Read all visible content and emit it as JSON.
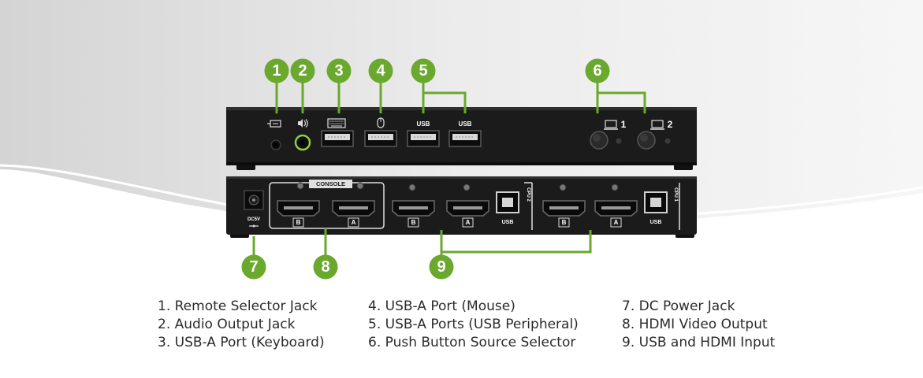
{
  "colors": {
    "accent_green": "#6aa82e",
    "device_black": "#1b1b1b",
    "legend_text": "#2b2b2b"
  },
  "callouts": [
    "1",
    "2",
    "3",
    "4",
    "5",
    "6",
    "7",
    "8",
    "9"
  ],
  "front_panel": {
    "usb_label_1": "USB",
    "usb_label_2": "USB",
    "selector_1": "1",
    "selector_2": "2",
    "icons": [
      "remote-jack-icon",
      "speaker-icon",
      "keyboard-icon",
      "mouse-icon",
      "computer-icon"
    ]
  },
  "back_panel": {
    "power_label": "DC5V",
    "console_label": "CONSOLE",
    "console_b": "B",
    "console_a": "A",
    "cpu2_label": "CPU 2",
    "cpu2_b": "B",
    "cpu2_a": "A",
    "cpu2_usb": "USB",
    "cpu1_label": "CPU 1",
    "cpu1_b": "B",
    "cpu1_a": "A",
    "cpu1_usb": "USB"
  },
  "legend": {
    "col1": [
      "1. Remote Selector Jack",
      "2. Audio Output Jack",
      "3. USB-A Port (Keyboard)"
    ],
    "col2": [
      "4. USB-A Port (Mouse)",
      "5. USB-A Ports  (USB Peripheral)",
      "6. Push Button Source Selector"
    ],
    "col3": [
      "7. DC Power Jack",
      "8. HDMI Video Output",
      "9. USB and HDMI Input"
    ]
  }
}
